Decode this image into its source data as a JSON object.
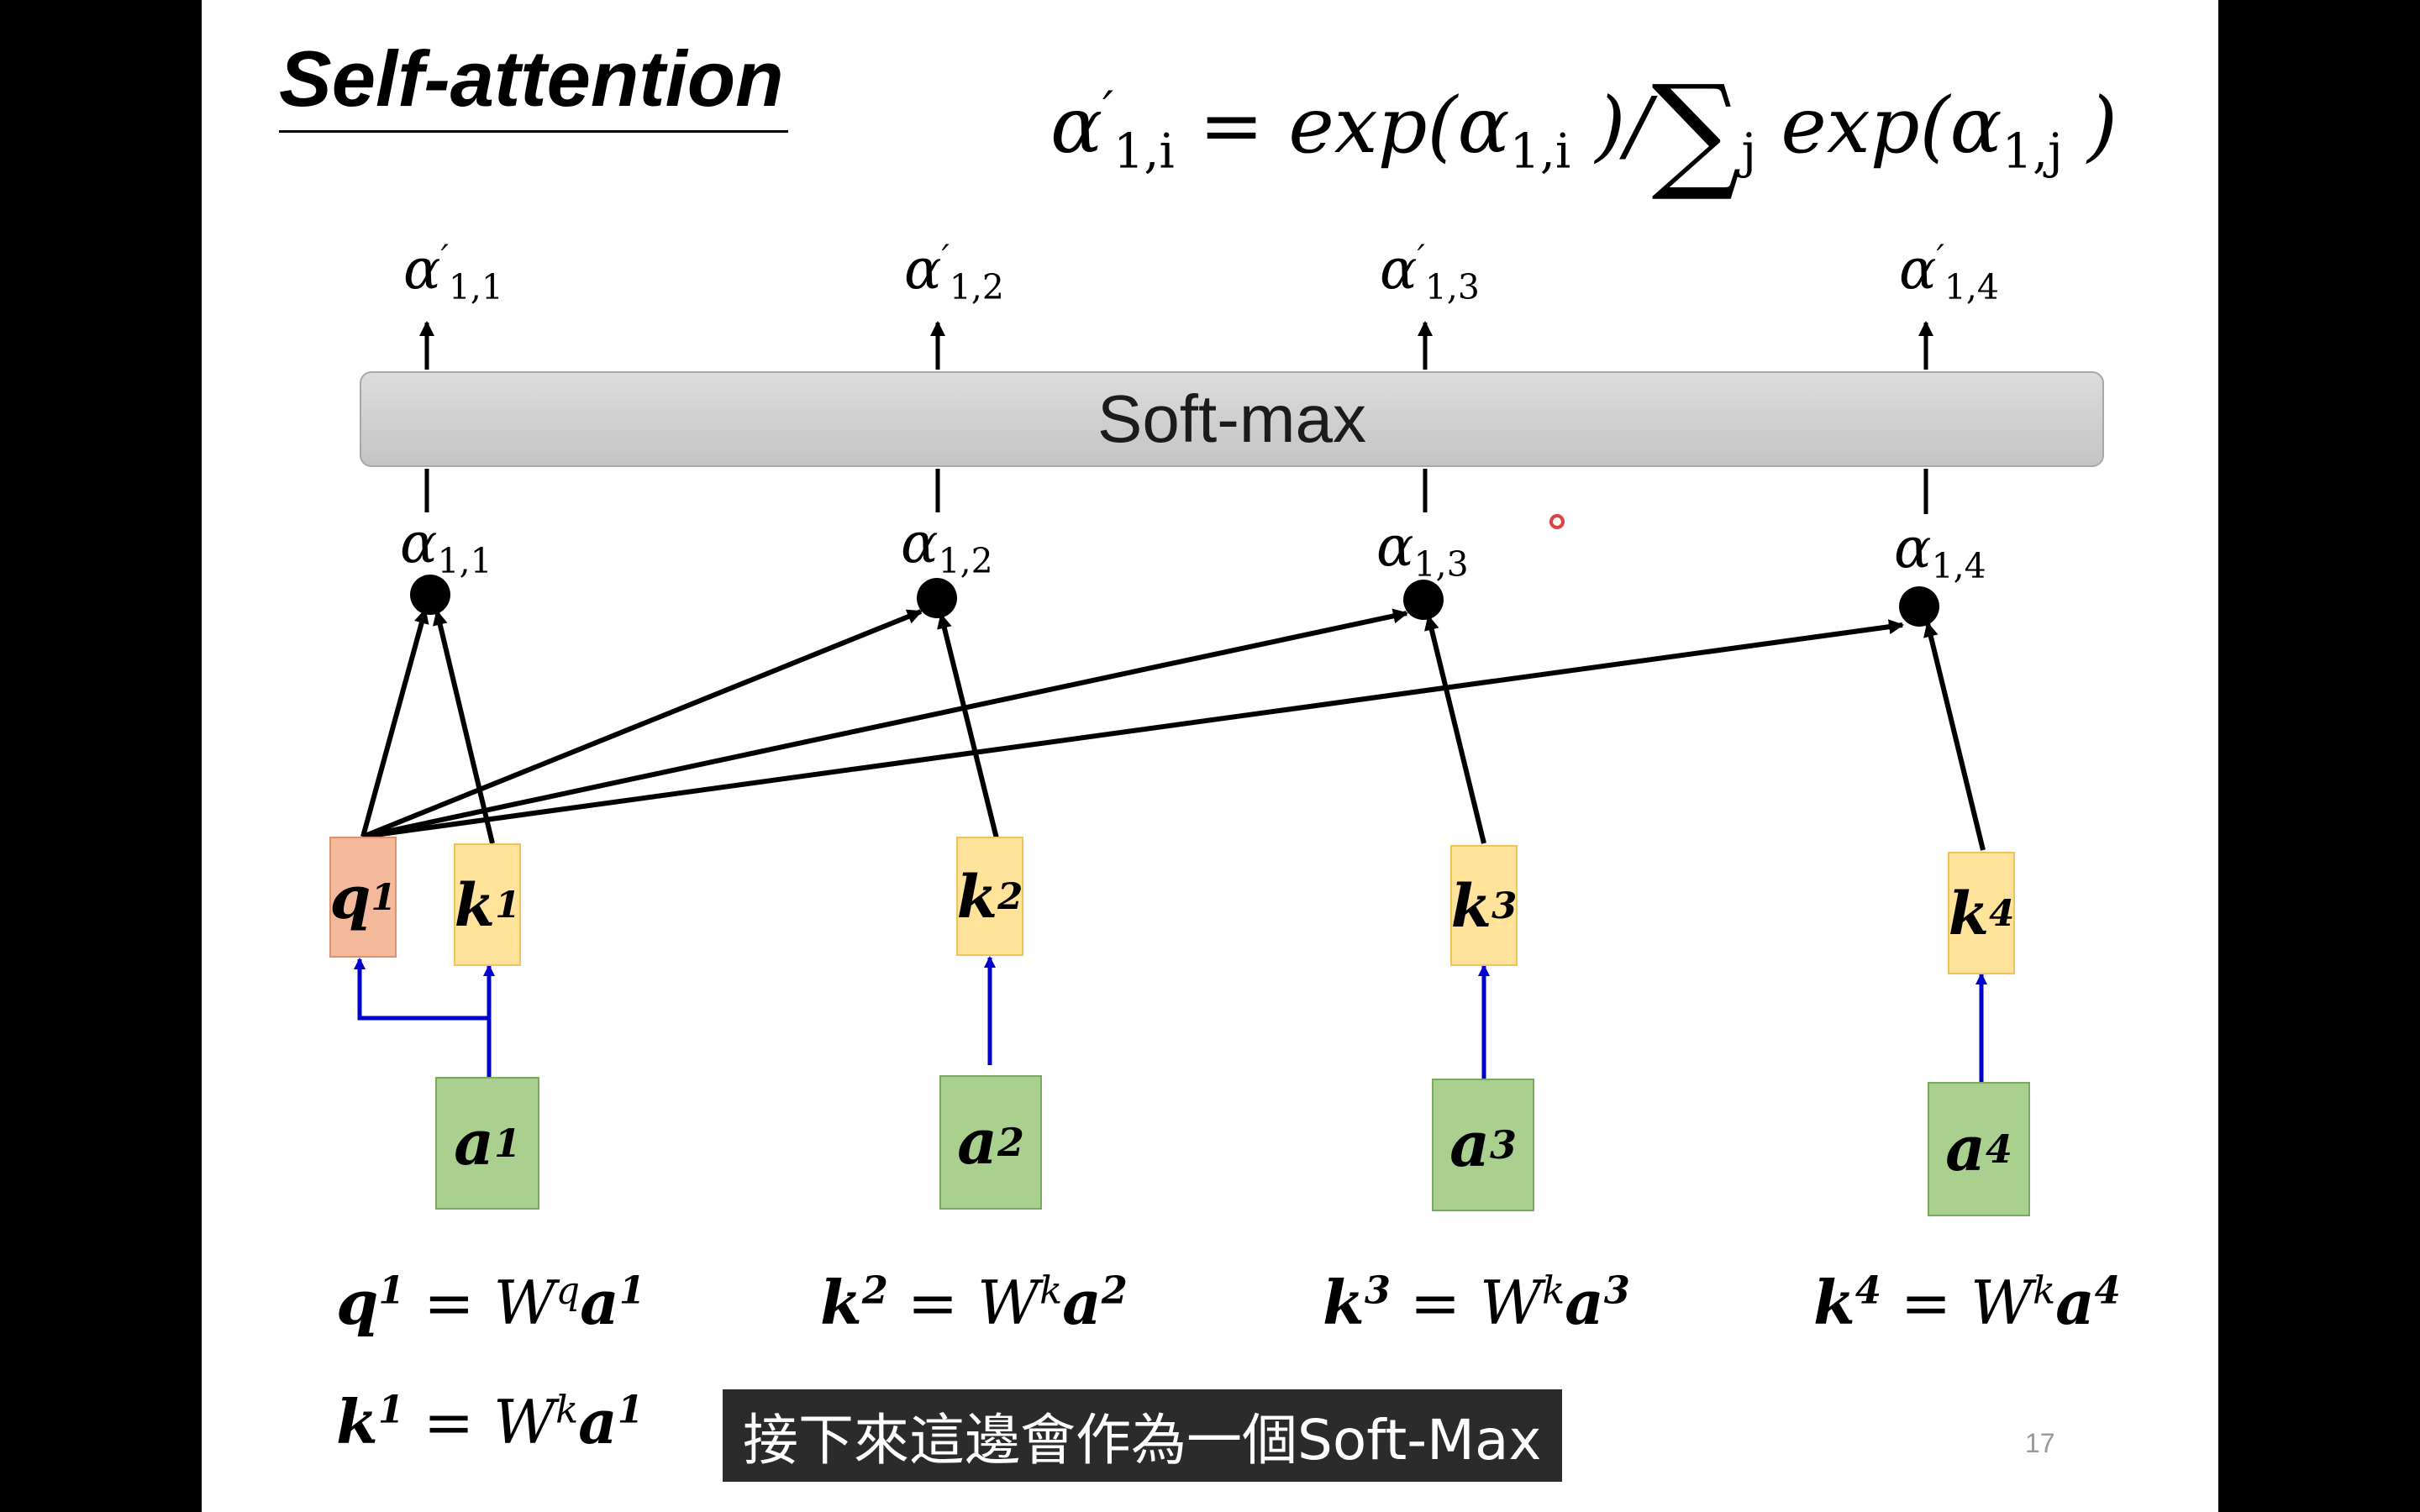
{
  "title": "Self-attention",
  "formula": {
    "lhs": "α",
    "lhs_sup": "′",
    "lhs_sub": "1,i",
    "mid": " = exp(α",
    "mid_sub": "1,i",
    "mid_close": " )/",
    "sum_symbol": "∑",
    "sum_sub": "j",
    "rhs": " exp(α",
    "rhs_sub": "1,j",
    "rhs_close": " )"
  },
  "softmax_label": "Soft-max",
  "outputs": [
    {
      "sym": "α",
      "prime": "′",
      "sub": "1,1"
    },
    {
      "sym": "α",
      "prime": "′",
      "sub": "1,2"
    },
    {
      "sym": "α",
      "prime": "′",
      "sub": "1,3"
    },
    {
      "sym": "α",
      "prime": "′",
      "sub": "1,4"
    }
  ],
  "scores": [
    {
      "sym": "α",
      "sub": "1,1"
    },
    {
      "sym": "α",
      "sub": "1,2"
    },
    {
      "sym": "α",
      "sub": "1,3"
    },
    {
      "sym": "α",
      "sub": "1,4"
    }
  ],
  "query": {
    "sym": "q",
    "sup": "1"
  },
  "keys": [
    {
      "sym": "k",
      "sup": "1"
    },
    {
      "sym": "k",
      "sup": "2"
    },
    {
      "sym": "k",
      "sup": "3"
    },
    {
      "sym": "k",
      "sup": "4"
    }
  ],
  "inputs": [
    {
      "sym": "a",
      "sup": "1"
    },
    {
      "sym": "a",
      "sup": "2"
    },
    {
      "sym": "a",
      "sup": "3"
    },
    {
      "sym": "a",
      "sup": "4"
    }
  ],
  "equations": [
    {
      "lhs": "q",
      "lhs_sup": "1",
      "mid": " = W",
      "w_sup": "q",
      "rhs": "a",
      "rhs_sup": "1"
    },
    {
      "lhs": "k",
      "lhs_sup": "2",
      "mid": " = W",
      "w_sup": "k",
      "rhs": "a",
      "rhs_sup": "2"
    },
    {
      "lhs": "k",
      "lhs_sup": "3",
      "mid": " = W",
      "w_sup": "k",
      "rhs": "a",
      "rhs_sup": "3"
    },
    {
      "lhs": "k",
      "lhs_sup": "4",
      "mid": " = W",
      "w_sup": "k",
      "rhs": "a",
      "rhs_sup": "4"
    },
    {
      "lhs": "k",
      "lhs_sup": "1",
      "mid": " = W",
      "w_sup": "k",
      "rhs": "a",
      "rhs_sup": "1"
    }
  ],
  "subtitle": "接下來這邊會作為一個Soft-Max",
  "page_number": "17",
  "colors": {
    "query_fill": "#f3b99a",
    "key_fill": "#ffe39a",
    "input_fill": "#a9d08e",
    "blue_wire": "#0000cc",
    "softmax_fill": "#d0d0d0"
  }
}
